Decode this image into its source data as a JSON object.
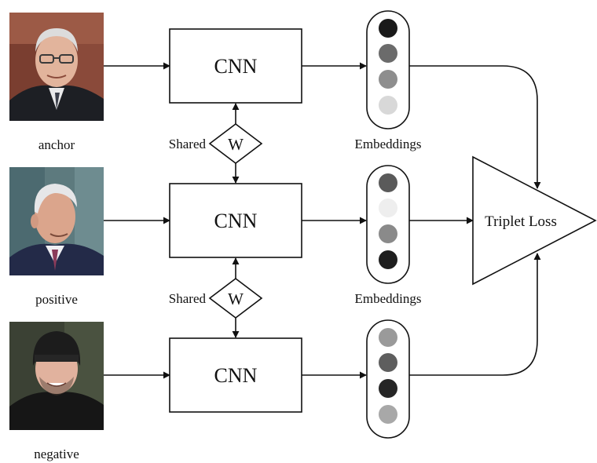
{
  "inputs": [
    {
      "label": "anchor",
      "photo": "older-man-glasses-photo"
    },
    {
      "label": "positive",
      "photo": "older-man-profile-photo"
    },
    {
      "label": "negative",
      "photo": "young-man-beanie-photo"
    }
  ],
  "network": {
    "cnn_label": "CNN",
    "shared_label": "Shared",
    "weight_label": "W"
  },
  "embeddings": {
    "label": "Embeddings",
    "columns": [
      [
        "#1a1a1a",
        "#6b6b6b",
        "#8e8e8e",
        "#d8d8d8"
      ],
      [
        "#5a5a5a",
        "#eeeeee",
        "#8a8a8a",
        "#1e1e1e"
      ],
      [
        "#9a9a9a",
        "#5e5e5e",
        "#262626",
        "#a8a8a8"
      ]
    ]
  },
  "loss": {
    "label": "Triplet Loss"
  }
}
